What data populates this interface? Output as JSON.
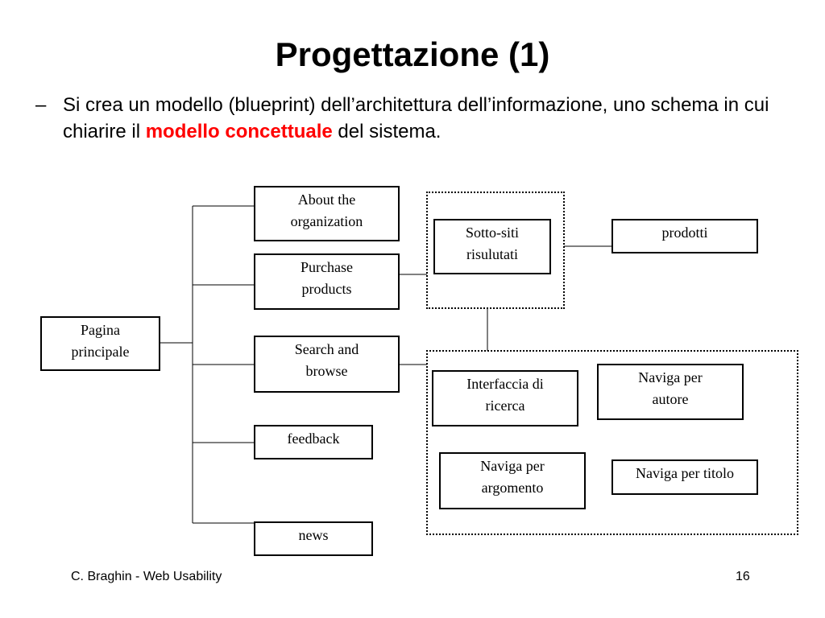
{
  "slide": {
    "title": "Progettazione (1)",
    "bullet": {
      "dash": "–",
      "text_before": "Si crea un modello (blueprint) dell’architettura dell’informazione, uno schema in cui chiarire il ",
      "highlight": "modello concettuale",
      "text_after": " del sistema.",
      "highlight_color": "#ff0000"
    },
    "diagram": {
      "root": "Pagina\nprincipale",
      "branches": [
        "About the\norganization",
        "Purchase\nproducts",
        "Search and\nbrowse",
        "feedback",
        "news"
      ],
      "subsites": "Sotto-siti\nrisulutati",
      "products": "prodotti",
      "search_items": {
        "interface": "Interfaccia di\nricerca",
        "by_author": "Naviga per\nautore",
        "by_topic": "Naviga per\nargomento",
        "by_title": "Naviga per titolo"
      }
    },
    "footer": {
      "author": "C. Braghin - Web Usability",
      "page": "16"
    }
  }
}
